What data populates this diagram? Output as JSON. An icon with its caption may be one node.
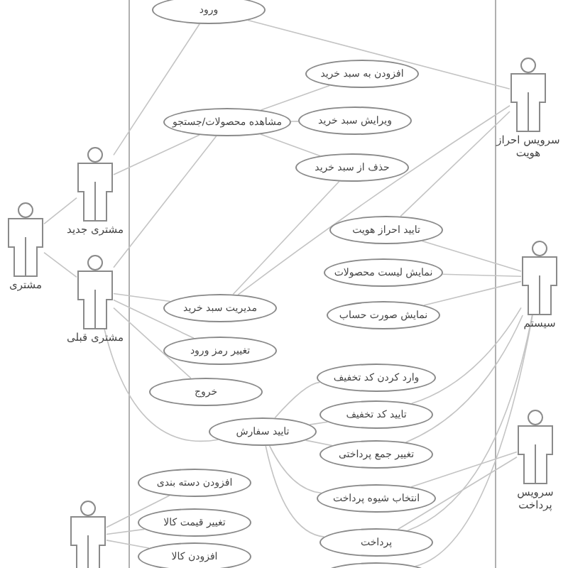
{
  "diagram": {
    "nodes": [
      {
        "text": [
          "مشتری"
        ]
      },
      {
        "text": [
          "مشتری جدید"
        ]
      },
      {
        "text": [
          "مشتری قبلی"
        ]
      },
      {
        "text": [
          "ورود"
        ]
      },
      {
        "text": [
          "مشاهده محصولات/جستجو"
        ]
      },
      {
        "text": [
          "افزودن به سبد خرید"
        ]
      },
      {
        "text": [
          "ویرایش سبد خرید"
        ]
      },
      {
        "text": [
          "حذف از سبد خرید"
        ]
      },
      {
        "text": [
          "سرویس احراز هویت"
        ]
      },
      {
        "text": [
          "مدیریت سبد خرید"
        ]
      },
      {
        "text": [
          "تغییر رمز ورود"
        ]
      },
      {
        "text": [
          "خروج"
        ]
      },
      {
        "text": [
          "تایید سفارش"
        ]
      },
      {
        "text": [
          "تایید احراز هویت"
        ]
      },
      {
        "text": [
          "نمایش لیست محصولات"
        ]
      },
      {
        "text": [
          "نمایش صورت حساب"
        ]
      },
      {
        "text": [
          "سیستم"
        ]
      },
      {
        "text": [
          "وارد کردن کد تخفیف"
        ]
      },
      {
        "text": [
          "تایید کد تخفیف"
        ]
      },
      {
        "text": [
          "تغییر جمع پرداختی"
        ]
      },
      {
        "text": [
          "انتخاب شیوه پرداخت"
        ]
      },
      {
        "text": [
          "پرداخت"
        ]
      },
      {
        "text": [
          "سرویس پرداخت"
        ]
      },
      {
        "text": [
          "افزودن دسته بندی"
        ]
      },
      {
        "text": [],
        "shape": "person"
      },
      {
        "text": [
          "تغییر قیمت کالا"
        ]
      },
      {
        "text": [
          "افزودن کالا"
        ]
      },
      {
        "text": [],
        "shape": "ellipse"
      }
    ],
    "edges": [
      {
        "from": 1,
        "to": 0,
        "arrow": "none"
      },
      {
        "from": 2,
        "to": 0,
        "arrow": "none"
      },
      {
        "from": 1,
        "to": 3,
        "arrow": "none"
      },
      {
        "from": 1,
        "to": 4,
        "arrow": "none"
      },
      {
        "from": 2,
        "to": 4,
        "arrow": "none"
      },
      {
        "from": 2,
        "to": 9,
        "arrow": "none"
      },
      {
        "from": 2,
        "to": 10,
        "arrow": "none"
      },
      {
        "from": 2,
        "to": 11,
        "arrow": "none"
      },
      {
        "from": 2,
        "to": 12,
        "arrow": "none"
      },
      {
        "from": 4,
        "to": 5,
        "arrow": "none"
      },
      {
        "from": 4,
        "to": 6,
        "arrow": "none"
      },
      {
        "from": 4,
        "to": 7,
        "arrow": "none"
      },
      {
        "from": 9,
        "to": 7,
        "arrow": "none"
      },
      {
        "from": 8,
        "to": 3,
        "arrow": "none"
      },
      {
        "from": 8,
        "to": 13,
        "arrow": "none"
      },
      {
        "from": 8,
        "to": 9,
        "arrow": "none"
      },
      {
        "from": 16,
        "to": 13,
        "arrow": "none"
      },
      {
        "from": 16,
        "to": 14,
        "arrow": "none"
      },
      {
        "from": 16,
        "to": 15,
        "arrow": "none"
      },
      {
        "from": 16,
        "to": 18,
        "arrow": "none"
      },
      {
        "from": 16,
        "to": 19,
        "arrow": "none"
      },
      {
        "from": 16,
        "to": 21,
        "arrow": "none"
      },
      {
        "from": 16,
        "to": 27,
        "arrow": "none"
      },
      {
        "from": 12,
        "to": 17,
        "arrow": "none"
      },
      {
        "from": 12,
        "to": 18,
        "arrow": "none"
      },
      {
        "from": 12,
        "to": 19,
        "arrow": "none"
      },
      {
        "from": 12,
        "to": 20,
        "arrow": "none"
      },
      {
        "from": 12,
        "to": 21,
        "arrow": "none"
      },
      {
        "from": 22,
        "to": 20,
        "arrow": "none"
      },
      {
        "from": 22,
        "to": 21,
        "arrow": "none"
      },
      {
        "from": 24,
        "to": 23,
        "arrow": "none"
      },
      {
        "from": 24,
        "to": 25,
        "arrow": "none"
      },
      {
        "from": 24,
        "to": 26,
        "arrow": "none"
      }
    ]
  }
}
